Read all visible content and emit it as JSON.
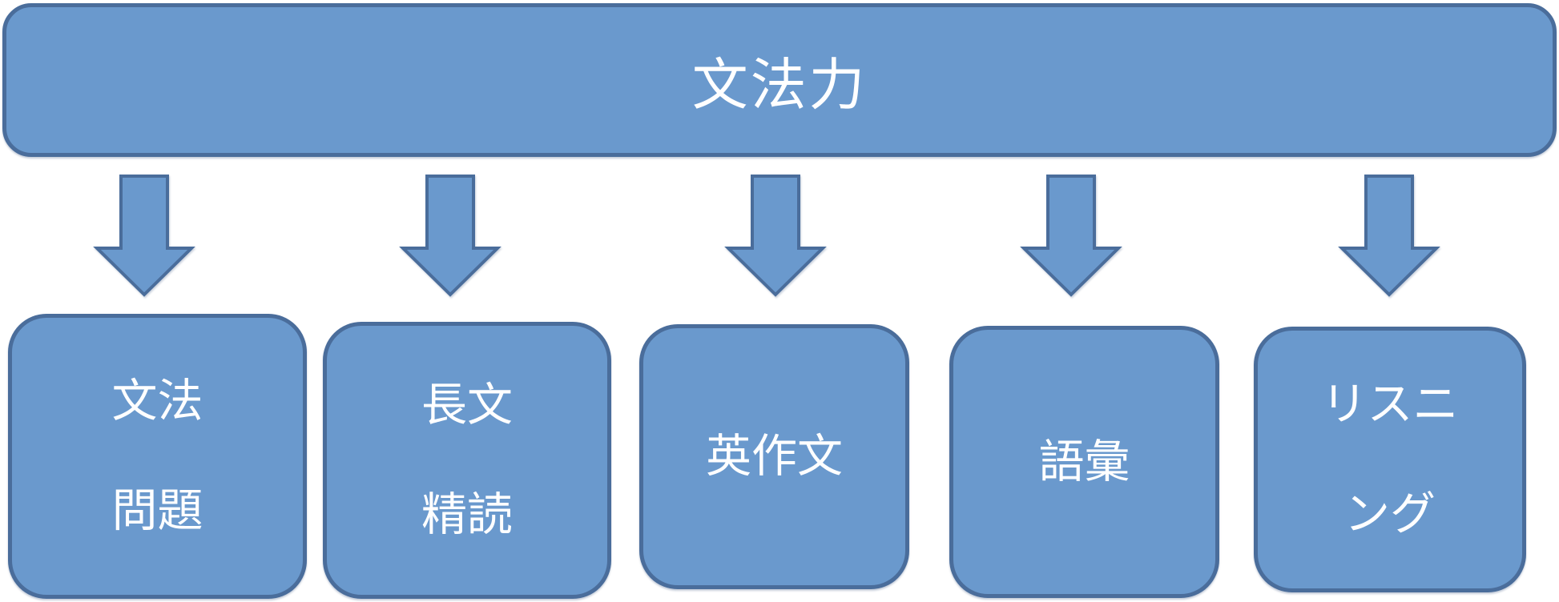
{
  "diagram": {
    "type": "flow-hierarchy",
    "background": "#FFFFFF",
    "shape_fill": "#6A99CD",
    "shape_border": "#4A6D9B",
    "text_color": "#FFFFFF",
    "root": {
      "label": "文法力"
    },
    "arrows": {
      "count": 5,
      "direction": "down",
      "icon": "down-block-arrow"
    },
    "children": [
      {
        "label": "文法\n問題"
      },
      {
        "label": "長文\n精読"
      },
      {
        "label": "英作文"
      },
      {
        "label": "語彙"
      },
      {
        "label": "リスニ\nング"
      }
    ]
  }
}
